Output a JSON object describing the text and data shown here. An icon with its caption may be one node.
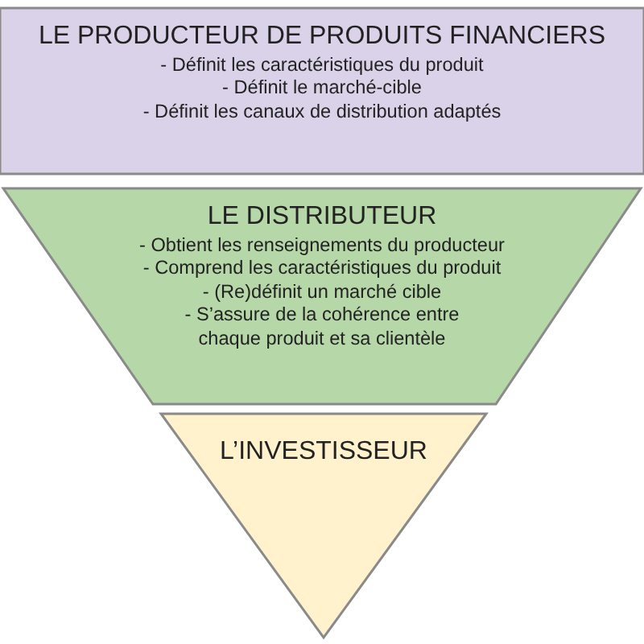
{
  "diagram": {
    "nodes": [
      {
        "text": [
          "LE PRODUCTEUR DE PRODUITS FINANCIERS",
          "- Définit les caractéristiques du produit",
          "- Définit le marché-cible",
          "- Définit les canaux de distribution adaptés"
        ]
      },
      {
        "text": [
          "LE DISTRIBUTEUR",
          "- Obtient les renseignements du producteur",
          "- Comprend les caractéristiques du produit",
          "- (Re)définit un marché cible",
          "- S’assure de la cohérence entre chaque produit et sa clientèle"
        ]
      },
      {
        "text": [
          "L’INVESTISSEUR"
        ]
      }
    ]
  }
}
